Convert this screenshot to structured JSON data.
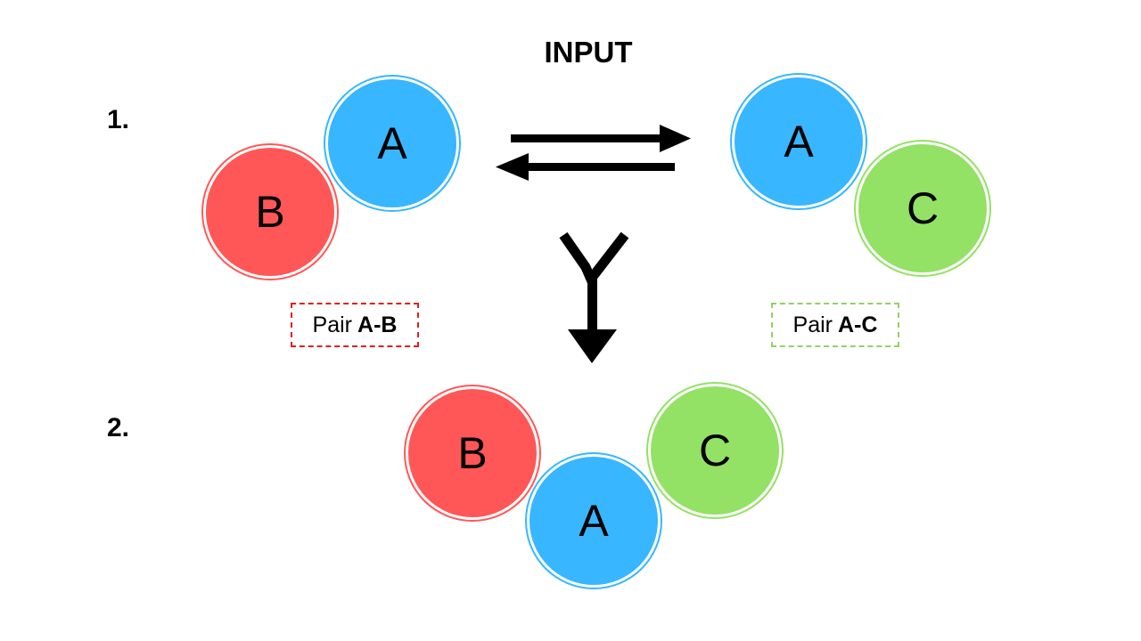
{
  "title": "INPUT",
  "steps": {
    "one": "1.",
    "two": "2."
  },
  "step1": {
    "left_pair": {
      "top": "A",
      "bottom": "B"
    },
    "right_pair": {
      "top": "A",
      "bottom": "C"
    },
    "left_label": {
      "prefix": "Pair",
      "bold": "A-B"
    },
    "right_label": {
      "prefix": "Pair",
      "bold": "A-C"
    }
  },
  "step2": {
    "left": "B",
    "middle": "A",
    "right": "C"
  },
  "colors": {
    "a": "#38b6ff",
    "b": "#ff5757",
    "c": "#93e165",
    "pair_ab_border": "#e02020",
    "pair_ac_border": "#93d065"
  },
  "icons": [
    "equilibrium-arrows-icon",
    "merge-arrow-icon"
  ]
}
